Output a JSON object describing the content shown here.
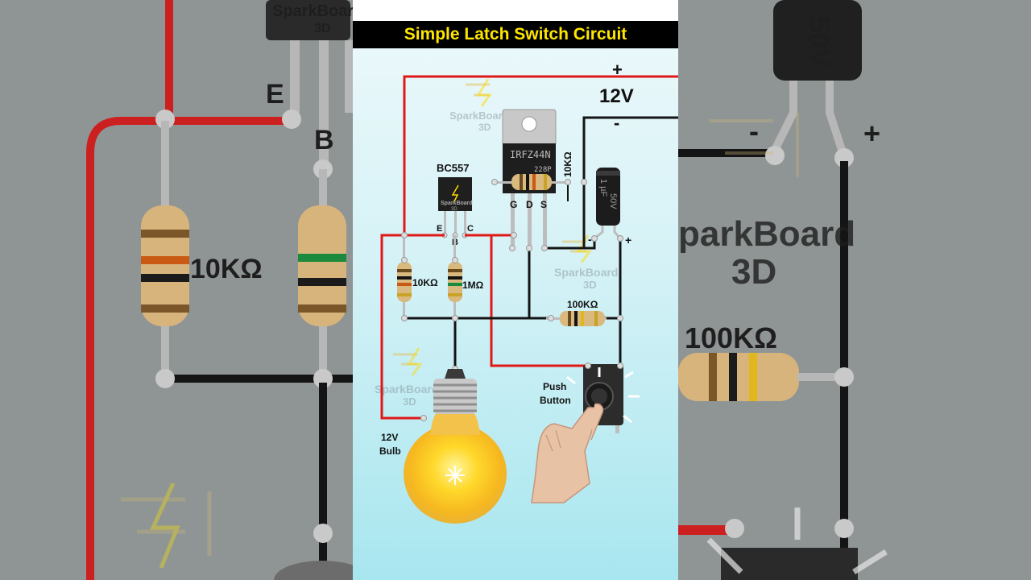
{
  "title": "Simple Latch Switch Circuit",
  "power": {
    "plus": "+",
    "voltage": "12V",
    "minus": "-"
  },
  "transistor": {
    "model": "BC557",
    "pin_e": "E",
    "pin_b": "B",
    "pin_c": "C",
    "brand": "SparkBoard",
    "brand_sub": "3D"
  },
  "mosfet": {
    "marking": "IRFZ44N",
    "code": "228P",
    "pin_g": "G",
    "pin_d": "D",
    "pin_s": "S"
  },
  "resistors": {
    "r_gate": "10KΩ",
    "r_emitter": "10KΩ",
    "r_base": "1MΩ",
    "r_feedback": "100KΩ"
  },
  "capacitor": {
    "marking_1": "1 µF",
    "marking_2": "50V",
    "minus": "-",
    "plus": "+"
  },
  "push_button": {
    "line1": "Push",
    "line2": "Button"
  },
  "bulb": {
    "line1": "12V",
    "line2": "Bulb"
  },
  "watermark": {
    "line1": "SparkBoard",
    "line2": "3D"
  },
  "background": {
    "e": "E",
    "b": "B",
    "r1": "10KΩ",
    "r2": "100KΩ",
    "minus": "-",
    "plus": "+",
    "brand": "SparkBoard",
    "brand_big": "parkBoard",
    "brand_big_sub": "3D",
    "cap_mark": "50V",
    "cap_mark2": "µF"
  },
  "colors": {
    "wire_red": "#e01818",
    "wire_black": "#141414",
    "title_text": "#ffe600",
    "title_bg": "#000000"
  }
}
